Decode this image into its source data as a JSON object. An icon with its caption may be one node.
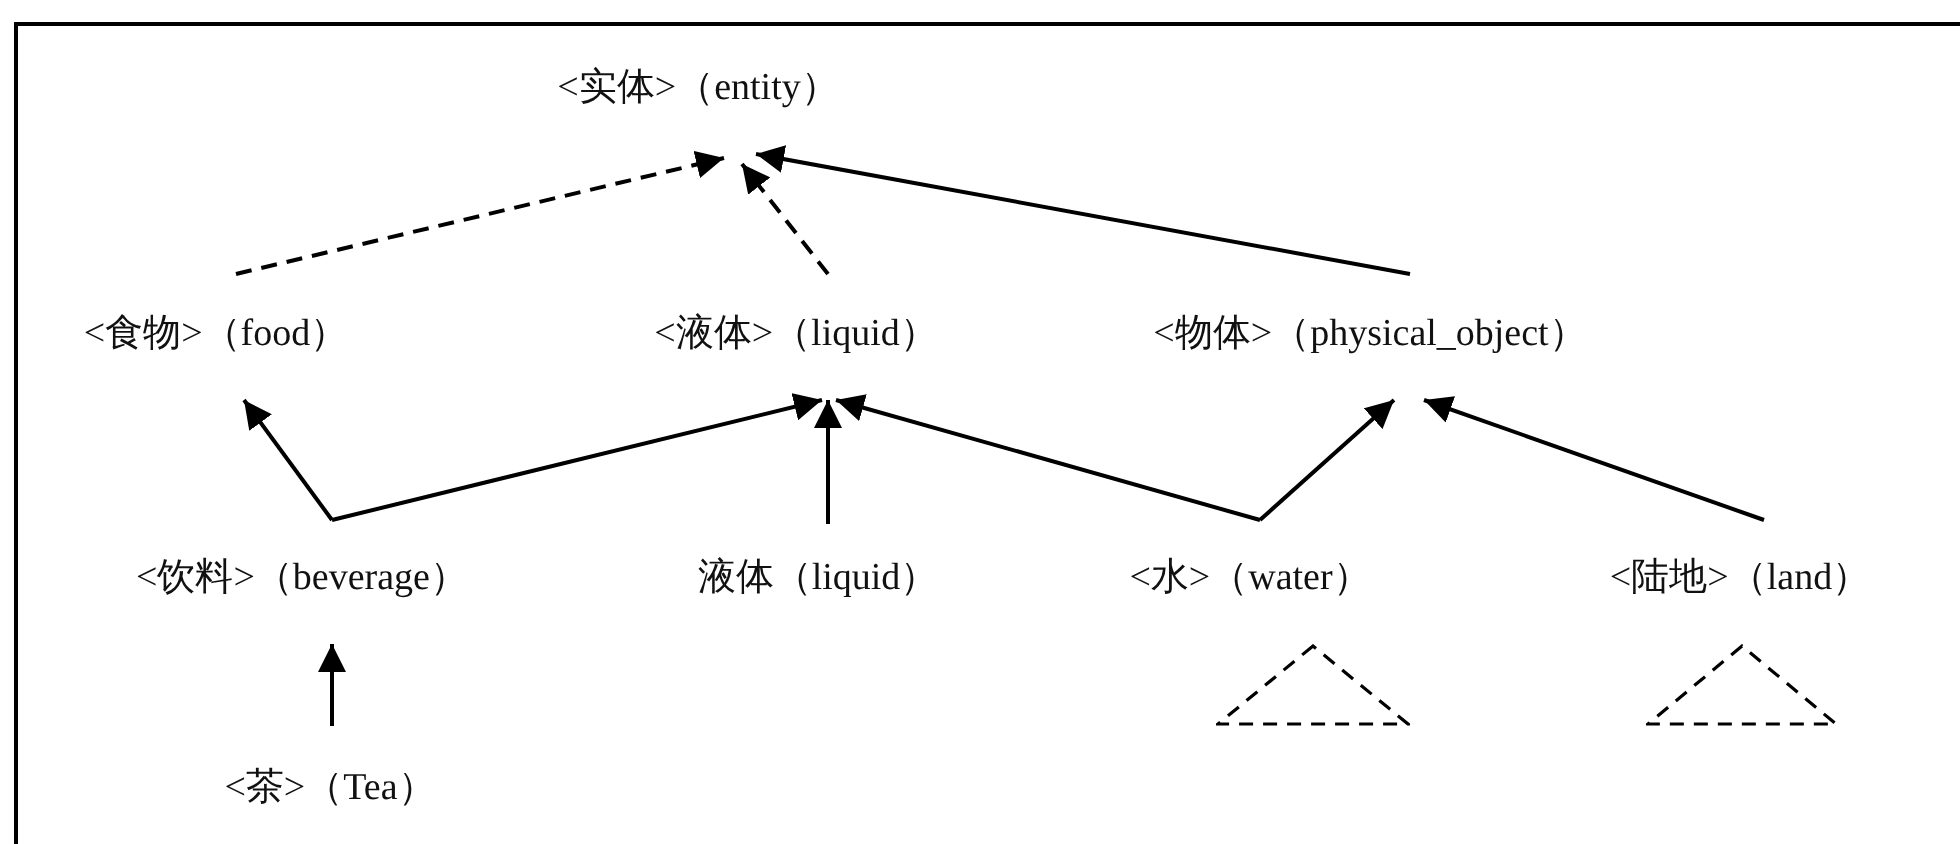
{
  "diagram": {
    "nodes": [
      {
        "text": [
          "<实体>（entity）"
        ]
      },
      {
        "text": [
          "<食物>（food）"
        ]
      },
      {
        "text": [
          "<液体>（liquid）"
        ]
      },
      {
        "text": [
          "<物体>（physical_object）"
        ]
      },
      {
        "text": [
          "<饮料>（beverage）"
        ]
      },
      {
        "text": [
          "液体（liquid）"
        ]
      },
      {
        "text": [
          "<水>（water）"
        ]
      },
      {
        "text": [
          "<陆地>（land）"
        ]
      },
      {
        "text": [
          "<茶>（Tea）"
        ]
      },
      {
        "text": [],
        "shape": "triangle"
      },
      {
        "text": [],
        "shape": "triangle"
      }
    ],
    "edges": [
      {
        "from": 1,
        "to": 0,
        "arrow": "to",
        "style": "dashed"
      },
      {
        "from": 2,
        "to": 0,
        "arrow": "to",
        "style": "dashed"
      },
      {
        "from": 3,
        "to": 0,
        "arrow": "to"
      },
      {
        "from": 4,
        "to": 1,
        "arrow": "to"
      },
      {
        "from": 4,
        "to": 2,
        "arrow": "to"
      },
      {
        "from": 5,
        "to": 2,
        "arrow": "to"
      },
      {
        "from": 6,
        "to": 2,
        "arrow": "to"
      },
      {
        "from": 6,
        "to": 3,
        "arrow": "to"
      },
      {
        "from": 7,
        "to": 3,
        "arrow": "to"
      },
      {
        "from": 8,
        "to": 4,
        "arrow": "to"
      }
    ]
  }
}
